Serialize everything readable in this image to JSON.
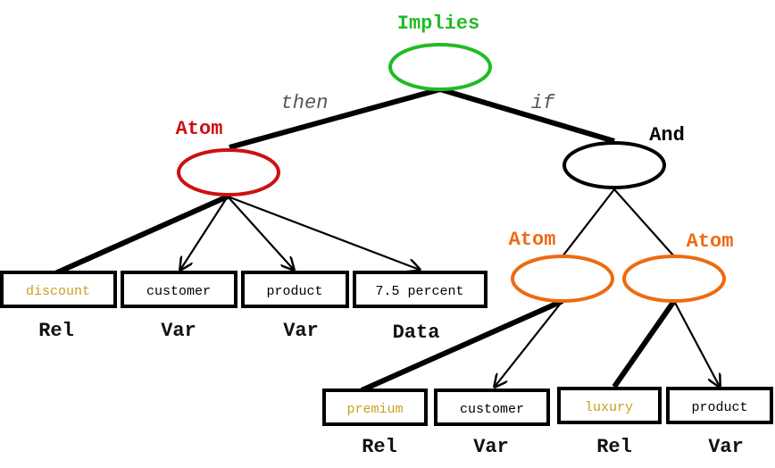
{
  "colors": {
    "implies": "#22bb22",
    "atom_head": "#cc1111",
    "atom_body": "#ee6a11",
    "and": "#000000",
    "rel_text": "#c8a020",
    "text": "#000000"
  },
  "nodes": {
    "implies": "Implies",
    "atom_head": "Atom",
    "and": "And",
    "atom_left": "Atom",
    "atom_right": "Atom"
  },
  "edges": {
    "then": "then",
    "if": "if"
  },
  "head_args": [
    {
      "value": "discount",
      "type": "Rel"
    },
    {
      "value": "customer",
      "type": "Var"
    },
    {
      "value": "product",
      "type": "Var"
    },
    {
      "value": "7.5 percent",
      "type": "Data"
    }
  ],
  "body_left_args": [
    {
      "value": "premium",
      "type": "Rel"
    },
    {
      "value": "customer",
      "type": "Var"
    }
  ],
  "body_right_args": [
    {
      "value": "luxury",
      "type": "Rel"
    },
    {
      "value": "product",
      "type": "Var"
    }
  ]
}
